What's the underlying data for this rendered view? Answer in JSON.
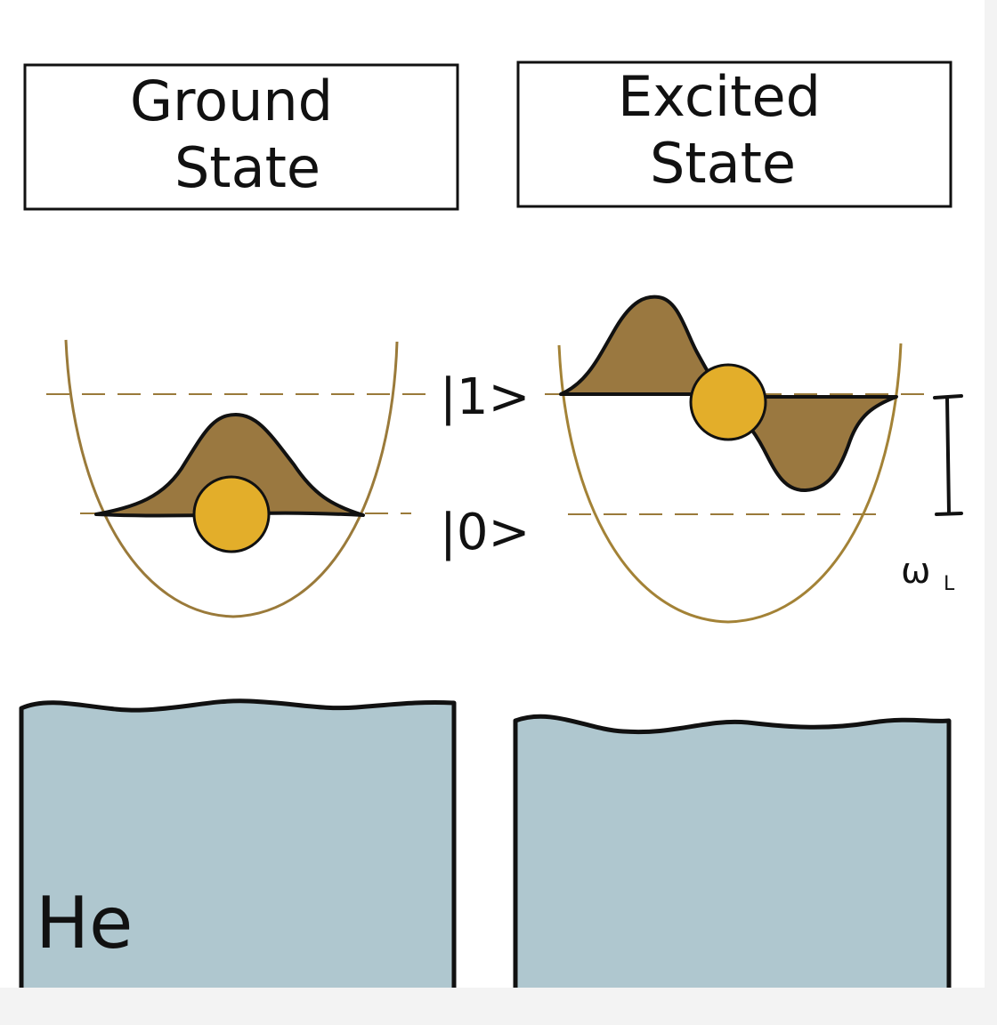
{
  "panels": {
    "ground": {
      "title_line1": "Ground",
      "title_line2": "State"
    },
    "excited": {
      "title_line1": "Excited",
      "title_line2": "State"
    }
  },
  "levels": {
    "level1": "|1>",
    "level0": "|0>"
  },
  "gap_label": {
    "symbol": "ω",
    "subscript": "L"
  },
  "helium_label": "He",
  "colors": {
    "potential": "#9a7a3a",
    "wavefunction_fill": "#9a7840",
    "electron": "#e3ae2a",
    "helium": "#afc7cf",
    "dashed": "#9a7a3a",
    "ink": "#111111"
  }
}
